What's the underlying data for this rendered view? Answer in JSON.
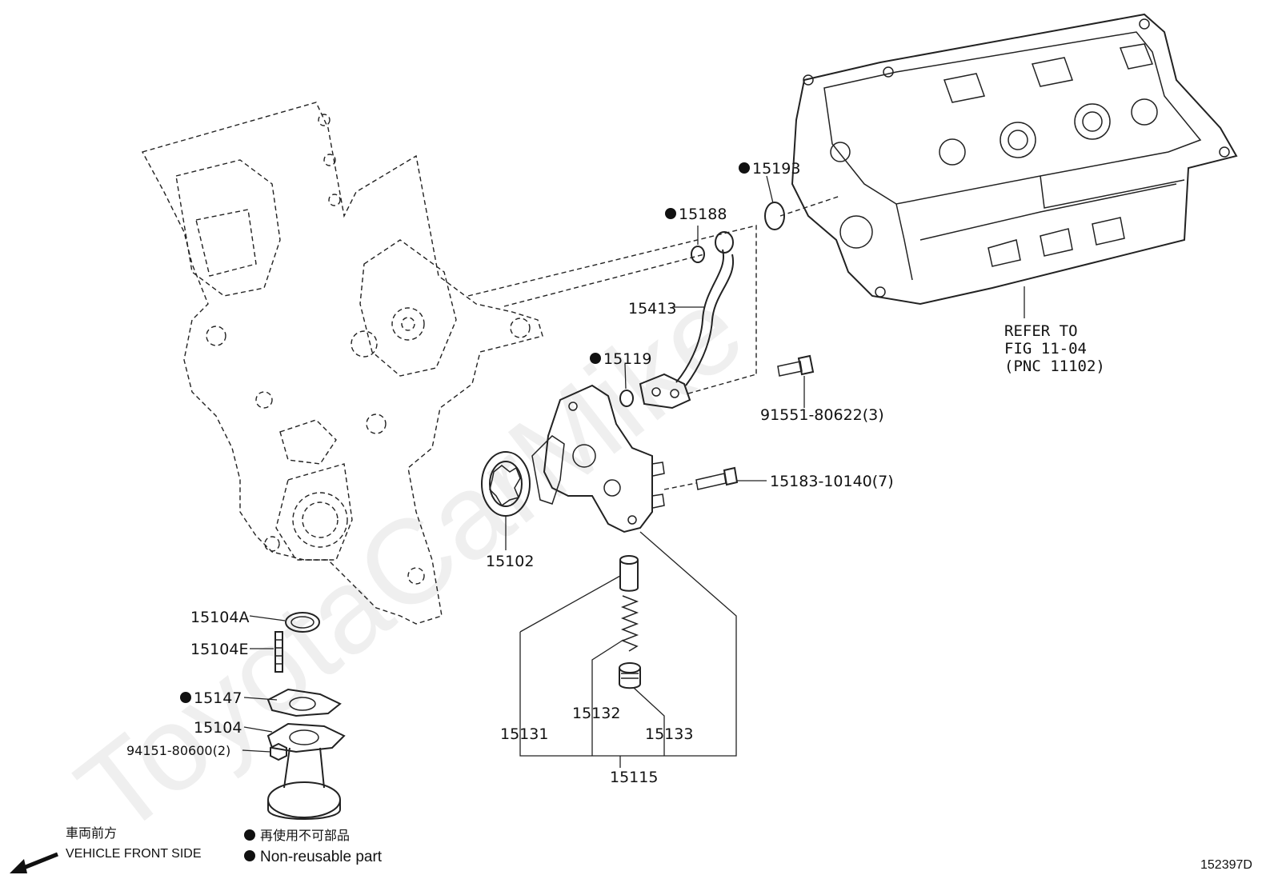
{
  "watermark": "ToyotaCarMike",
  "diagram_id": "152397D",
  "callouts": {
    "p15193": "15193",
    "p15188": "15188",
    "p15413": "15413",
    "p15119": "15119",
    "p91551": "91551-80622(3)",
    "p15183": "15183-10140(7)",
    "p15102": "15102",
    "p15104A": "15104A",
    "p15104E": "15104E",
    "p15147": "15147",
    "p15104": "15104",
    "p94151": "94151-80600(2)",
    "p15131": "15131",
    "p15132": "15132",
    "p15133": "15133",
    "p15115": "15115"
  },
  "refer": {
    "line1": "REFER TO",
    "line2": "FIG 11-04",
    "line3": "(PNC 11102)"
  },
  "legend": {
    "direction_jp": "車両前方",
    "direction_en": "VEHICLE FRONT SIDE",
    "nonreusable_jp": "再使用不可部品",
    "nonreusable_en": "Non-reusable part"
  }
}
